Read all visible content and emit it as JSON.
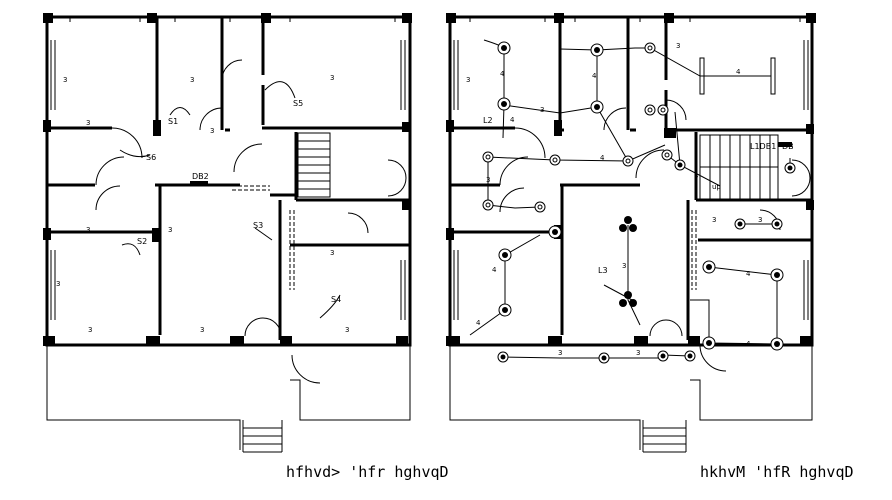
{
  "left_plan": {
    "caption": "hfhvd> 'hfr hghvqD",
    "switch_labels": [
      "S1",
      "S2",
      "S3",
      "S4",
      "S5",
      "S6"
    ],
    "db_label": "DB2",
    "circuit_label": "3"
  },
  "right_plan": {
    "caption": "hkhvM 'hfR hghvqD",
    "labels": [
      "L1DB1",
      "DB",
      "L2",
      "L3",
      "up"
    ],
    "circuit_labels": [
      "3",
      "4"
    ]
  },
  "colors": {
    "line": "#000000",
    "background": "#ffffff"
  }
}
